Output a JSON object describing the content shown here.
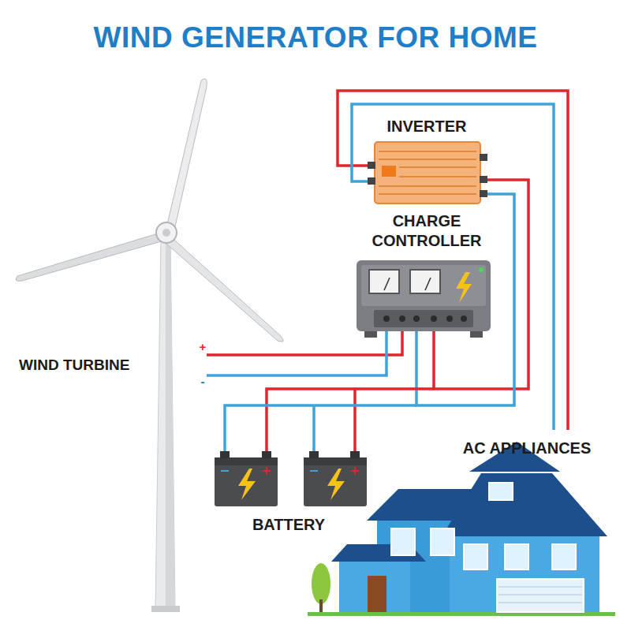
{
  "diagram": {
    "title": "WIND GENERATOR FOR HOME",
    "labels": [
      "INVERTER",
      "CHARGE CONTROLLER",
      "WIND TURBINE",
      "+",
      "-",
      "BATTERY",
      "AC APPLIANCES"
    ]
  }
}
